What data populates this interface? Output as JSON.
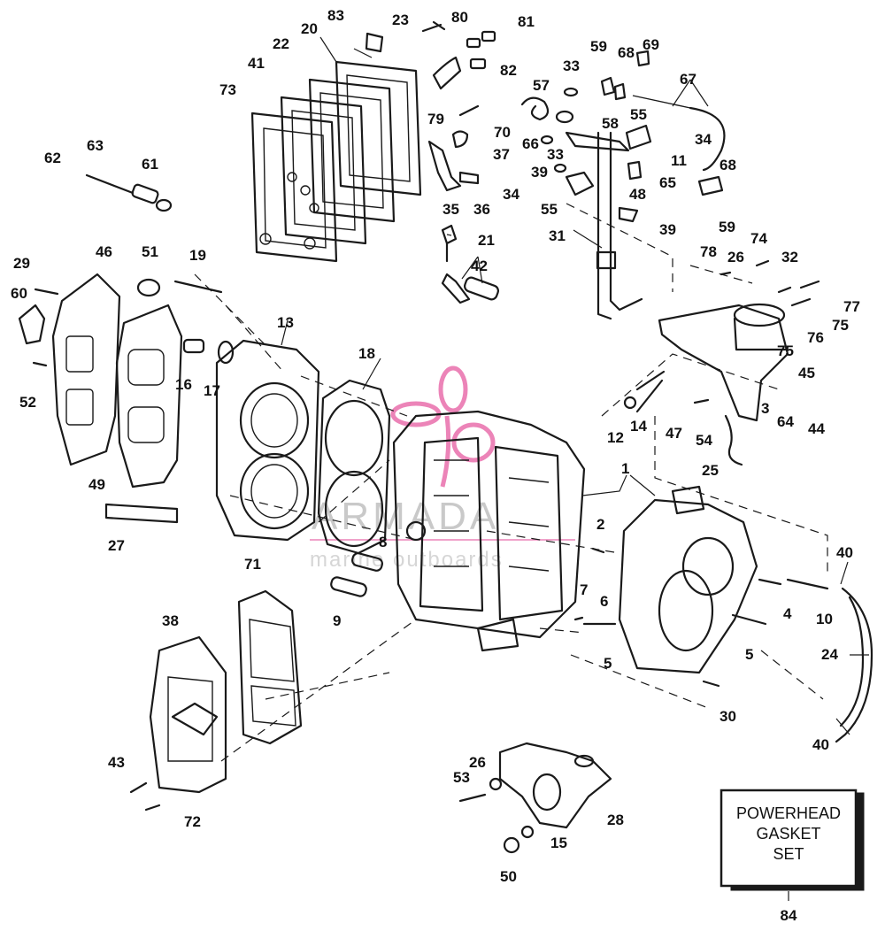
{
  "watermark": {
    "brand": "ARMADA",
    "tagline": "marine outboards",
    "accent_color": "#e0338a"
  },
  "kit_box": {
    "line1": "POWERHEAD",
    "line2": "GASKET",
    "line3": "SET",
    "number": "84"
  },
  "callouts": {
    "c1": "1",
    "c2": "2",
    "c3": "3",
    "c4": "4",
    "c5a": "5",
    "c5b": "5",
    "c6": "6",
    "c7": "7",
    "c8": "8",
    "c9": "9",
    "c10": "10",
    "c11": "11",
    "c12": "12",
    "c13": "13",
    "c14": "14",
    "c15": "15",
    "c16": "16",
    "c17": "17",
    "c18": "18",
    "c19": "19",
    "c20": "20",
    "c21": "21",
    "c22": "22",
    "c23": "23",
    "c24": "24",
    "c25": "25",
    "c26a": "26",
    "c26b": "26",
    "c27": "27",
    "c28": "28",
    "c29": "29",
    "c30": "30",
    "c31": "31",
    "c32": "32",
    "c33a": "33",
    "c33b": "33",
    "c34a": "34",
    "c34b": "34",
    "c35": "35",
    "c36": "36",
    "c37": "37",
    "c38": "38",
    "c39a": "39",
    "c39b": "39",
    "c40a": "40",
    "c40b": "40",
    "c41": "41",
    "c42": "42",
    "c43": "43",
    "c44": "44",
    "c45": "45",
    "c46": "46",
    "c47": "47",
    "c48": "48",
    "c49": "49",
    "c50": "50",
    "c51": "51",
    "c52": "52",
    "c53": "53",
    "c54": "54",
    "c55a": "55",
    "c55b": "55",
    "c57": "57",
    "c58": "58",
    "c59a": "59",
    "c59b": "59",
    "c60": "60",
    "c61": "61",
    "c62": "62",
    "c63": "63",
    "c64": "64",
    "c65": "65",
    "c66": "66",
    "c67": "67",
    "c68a": "68",
    "c68b": "68",
    "c69": "69",
    "c70": "70",
    "c71": "71",
    "c72": "72",
    "c73": "73",
    "c74": "74",
    "c75a": "75",
    "c75b": "75",
    "c76": "76",
    "c77": "77",
    "c78": "78",
    "c79": "79",
    "c80": "80",
    "c81": "81",
    "c82": "82",
    "c83": "83"
  }
}
